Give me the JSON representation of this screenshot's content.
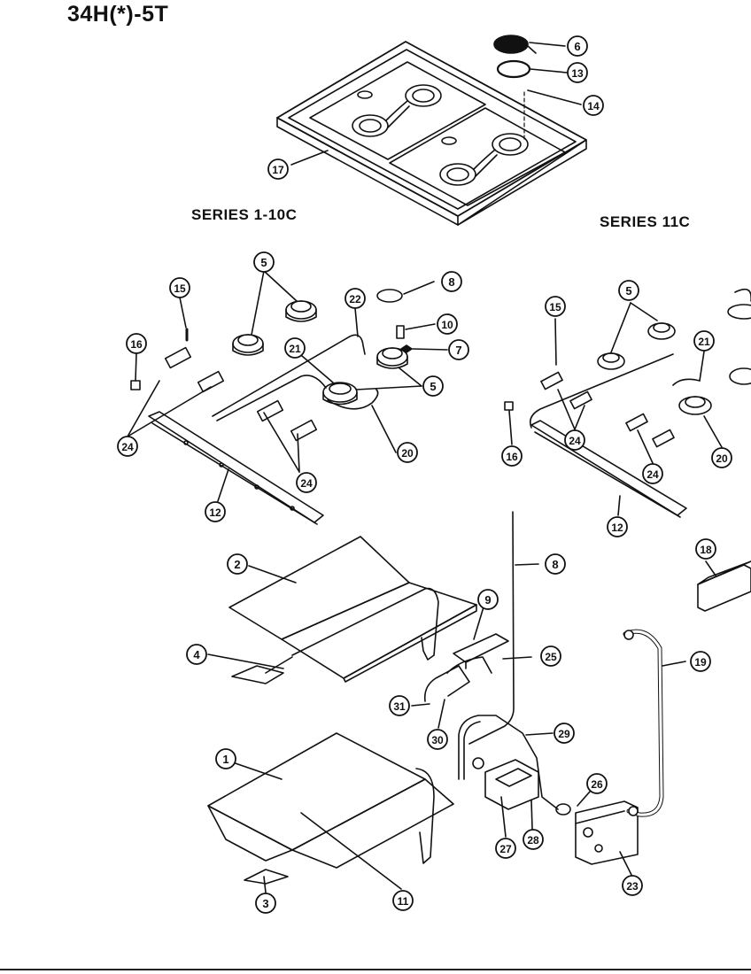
{
  "title": "34H(*)-5T",
  "series_left": "SERIES  1-10C",
  "series_right": "SERIES  11C",
  "callouts": [
    "6",
    "13",
    "14",
    "17",
    "5",
    "15",
    "16",
    "22",
    "21",
    "8",
    "10",
    "7",
    "24",
    "20",
    "12",
    "2",
    "9",
    "4",
    "25",
    "31",
    "30",
    "29",
    "1",
    "26",
    "27",
    "28",
    "23",
    "11",
    "3",
    "19",
    "18"
  ]
}
